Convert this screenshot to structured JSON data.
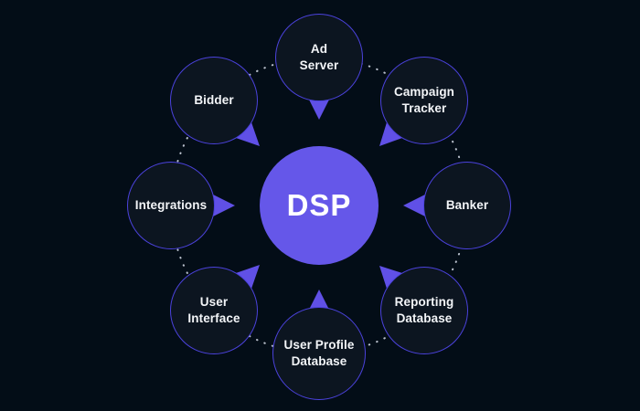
{
  "diagram": {
    "type": "hub-and-spoke",
    "center": {
      "label": "DSP"
    },
    "nodes": [
      {
        "id": "ad-server",
        "label": "Ad Server",
        "lines": [
          "Ad",
          "Server"
        ]
      },
      {
        "id": "campaign-tracker",
        "label": "Campaign Tracker",
        "lines": [
          "Campaign",
          "Tracker"
        ]
      },
      {
        "id": "banker",
        "label": "Banker",
        "lines": [
          "Banker"
        ]
      },
      {
        "id": "reporting-database",
        "label": "Reporting Database",
        "lines": [
          "Reporting",
          "Database"
        ]
      },
      {
        "id": "user-profile-database",
        "label": "User Profile Database",
        "lines": [
          "User Profile",
          "Database"
        ]
      },
      {
        "id": "user-interface",
        "label": "User Interface",
        "lines": [
          "User",
          "Interface"
        ]
      },
      {
        "id": "integrations",
        "label": "Integrations",
        "lines": [
          "Integrations"
        ]
      },
      {
        "id": "bidder",
        "label": "Bidder",
        "lines": [
          "Bidder"
        ]
      }
    ],
    "arrows": "each outer node points toward DSP center",
    "colors": {
      "background": "#030d17",
      "node_fill": "#0c1520",
      "node_stroke": "#4b42dc",
      "center_fill": "#6557e9",
      "arrow": "#6050e6",
      "dotted_ring": "#cdd4e0",
      "text": "#f3f5f8"
    }
  }
}
